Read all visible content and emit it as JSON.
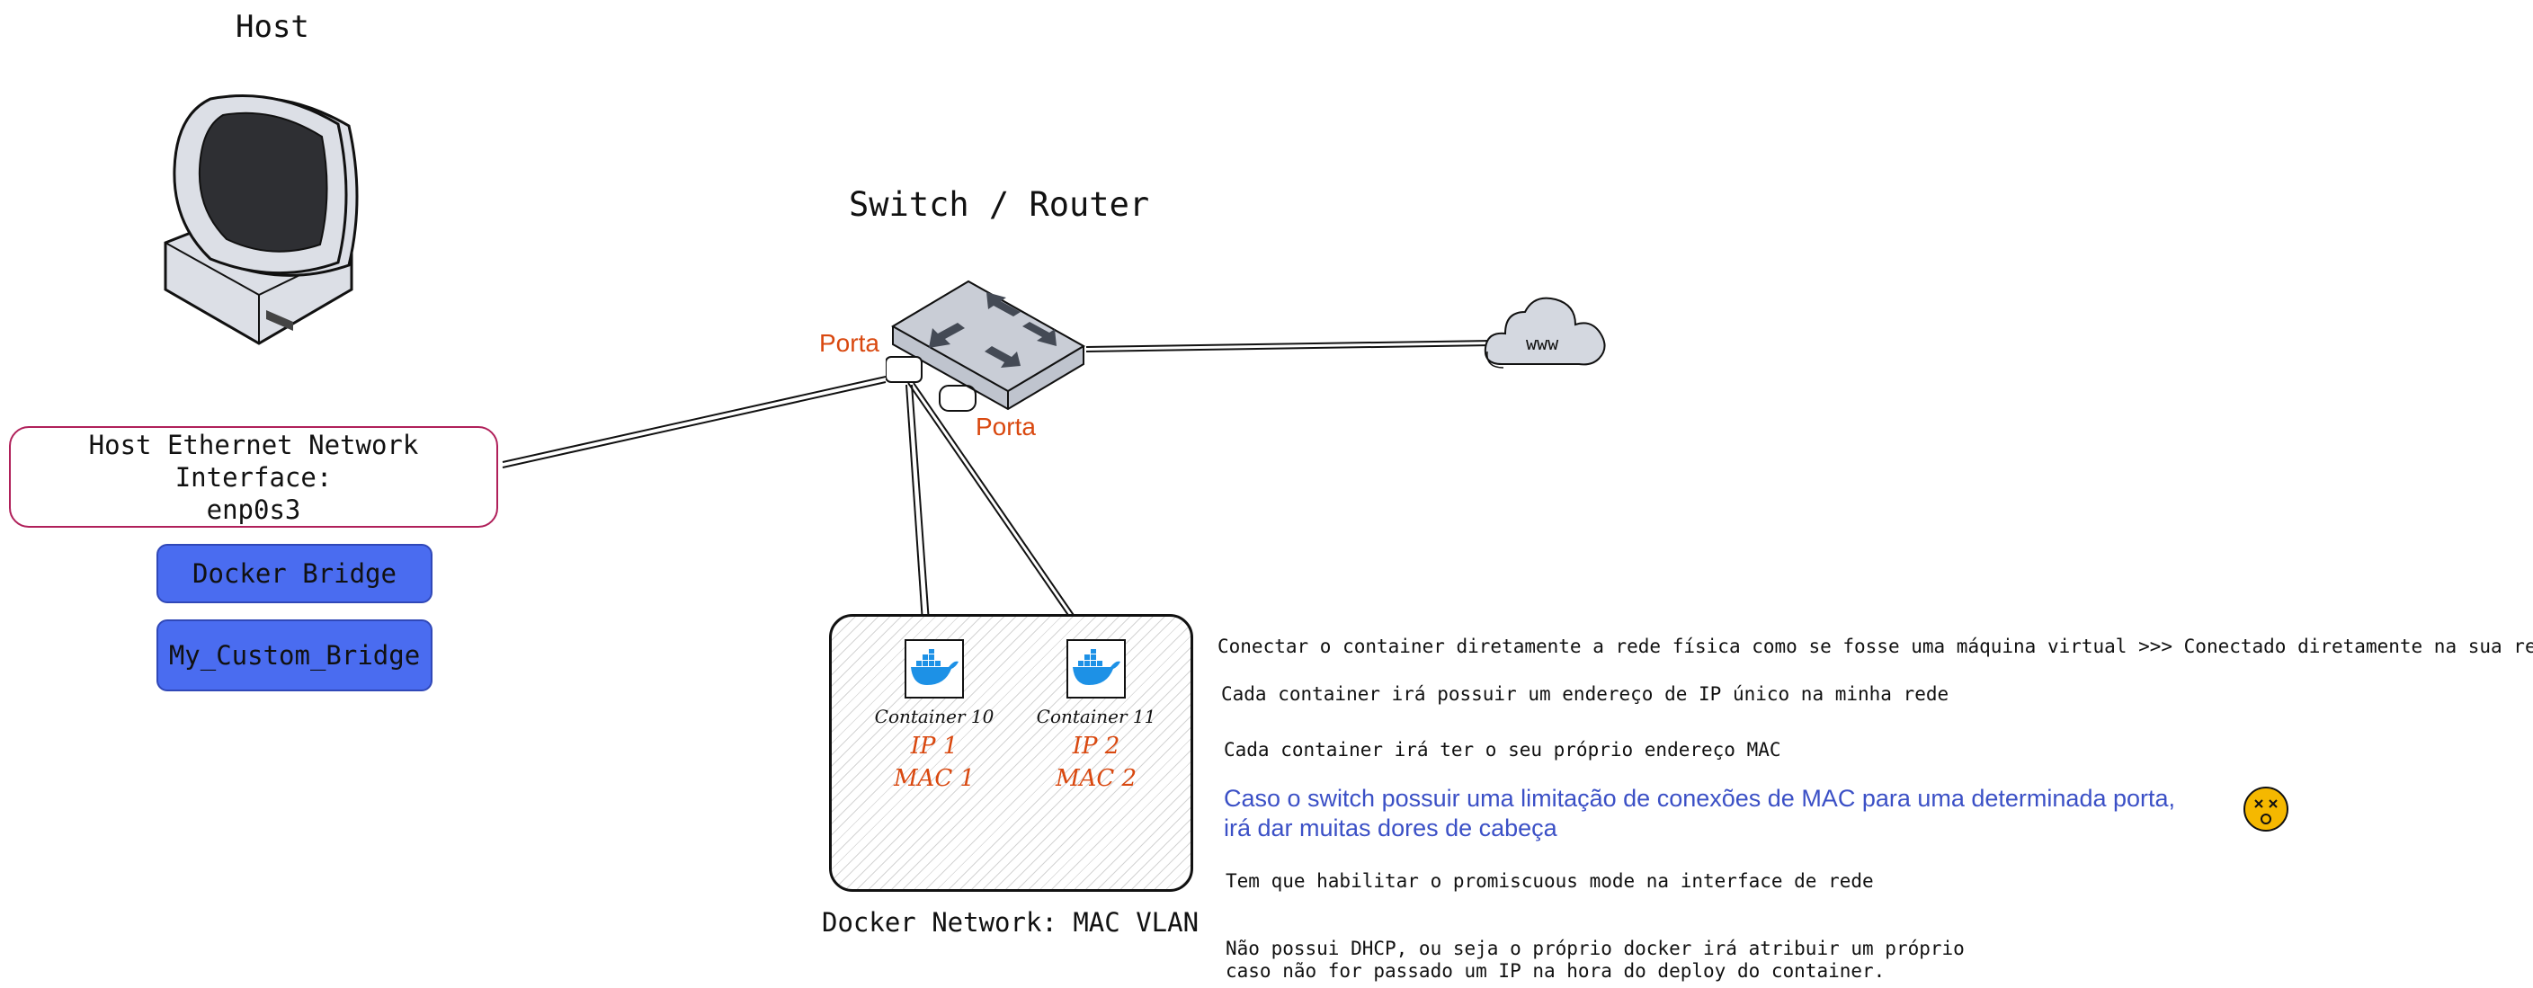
{
  "host": {
    "title": "Host"
  },
  "interface": {
    "line1": "Host Ethernet Network Interface:",
    "line2": "enp0s3"
  },
  "bridges": [
    "Docker Bridge",
    "My_Custom_Bridge"
  ],
  "switch": {
    "title": "Switch / Router",
    "port_label_1": "Porta",
    "port_label_2": "Porta"
  },
  "internet": {
    "label": "www"
  },
  "network": {
    "title": "Docker Network: MAC VLAN",
    "containers": [
      {
        "name": "Container 10",
        "ip": "IP 1",
        "mac": "MAC 1"
      },
      {
        "name": "Container 11",
        "ip": "IP 2",
        "mac": "MAC 2"
      }
    ]
  },
  "notes": {
    "line1": "Conectar o container diretamente a rede física como se fosse uma máquina virtual >>> Conectado diretamente na sua rede local",
    "line2": "Cada container irá possuir um endereço de IP único na minha rede",
    "line3": "Cada container irá ter o seu próprio endereço MAC",
    "warning_line1": "Caso o switch possuir uma limitação de conexões de MAC para uma determinada porta,",
    "warning_line2": "irá dar muitas dores de cabeça",
    "line5": "Tem que habilitar o promiscuous mode na interface de rede",
    "line6a": "Não possui DHCP, ou seja o próprio docker irá atribuir um próprio",
    "line6b": "caso não for passado um IP na hora do deploy do container."
  },
  "colors": {
    "accent_orange": "#d9480f",
    "bridge_blue": "#4a6cf0",
    "warning_blue": "#3b50c6",
    "interface_border": "#b0205a",
    "emoji_yellow": "#f5b800"
  },
  "icons": [
    "computer-icon",
    "switch-icon",
    "cloud-icon",
    "docker-whale-icon",
    "dizzy-face-icon"
  ]
}
